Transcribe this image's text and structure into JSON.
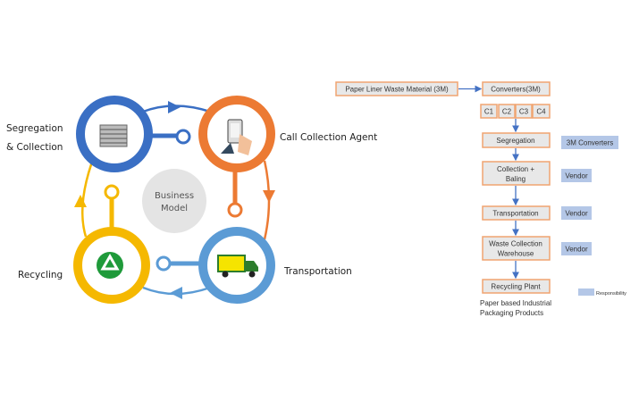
{
  "colors": {
    "segregation": "#3a6fc4",
    "call_agent": "#ec7a33",
    "transportation": "#5b9bd5",
    "recycling": "#f5b800",
    "center": "#e4e4e4",
    "flow_border": "#f0a470",
    "flow_fill": "#e8e8e8",
    "arrow": "#4472c4",
    "responsibility": "#b4c7e7"
  },
  "cycle": {
    "center": {
      "line1": "Business",
      "line2": "Model"
    },
    "stages": [
      {
        "line1": "Segregation",
        "line2": "& Collection",
        "icon": "paper-bale-icon"
      },
      {
        "line1": "Call Collection Agent",
        "icon": "phone-hand-icon"
      },
      {
        "line1": "Transportation",
        "icon": "truck-icon"
      },
      {
        "line1": "Recycling",
        "icon": "recycle-icon"
      }
    ]
  },
  "flow": {
    "source": "Paper Liner Waste Material (3M)",
    "converters": "Converters(3M)",
    "converter_units": [
      "C1",
      "C2",
      "C3",
      "C4"
    ],
    "steps": [
      {
        "line1": "Segregation",
        "line2": "",
        "responsibility": "3M Converters"
      },
      {
        "line1": "Collection +",
        "line2": "Baling",
        "responsibility": "Vendor"
      },
      {
        "line1": "Transportation",
        "line2": "",
        "responsibility": "Vendor"
      },
      {
        "line1": "Waste Collection",
        "line2": "Warehouse",
        "responsibility": "Vendor"
      },
      {
        "line1": "Recycling Plant",
        "line2": "",
        "responsibility": ""
      }
    ],
    "output": {
      "line1": "Paper based Industrial",
      "line2": "Packaging Products"
    },
    "legend": "Responsibility"
  }
}
